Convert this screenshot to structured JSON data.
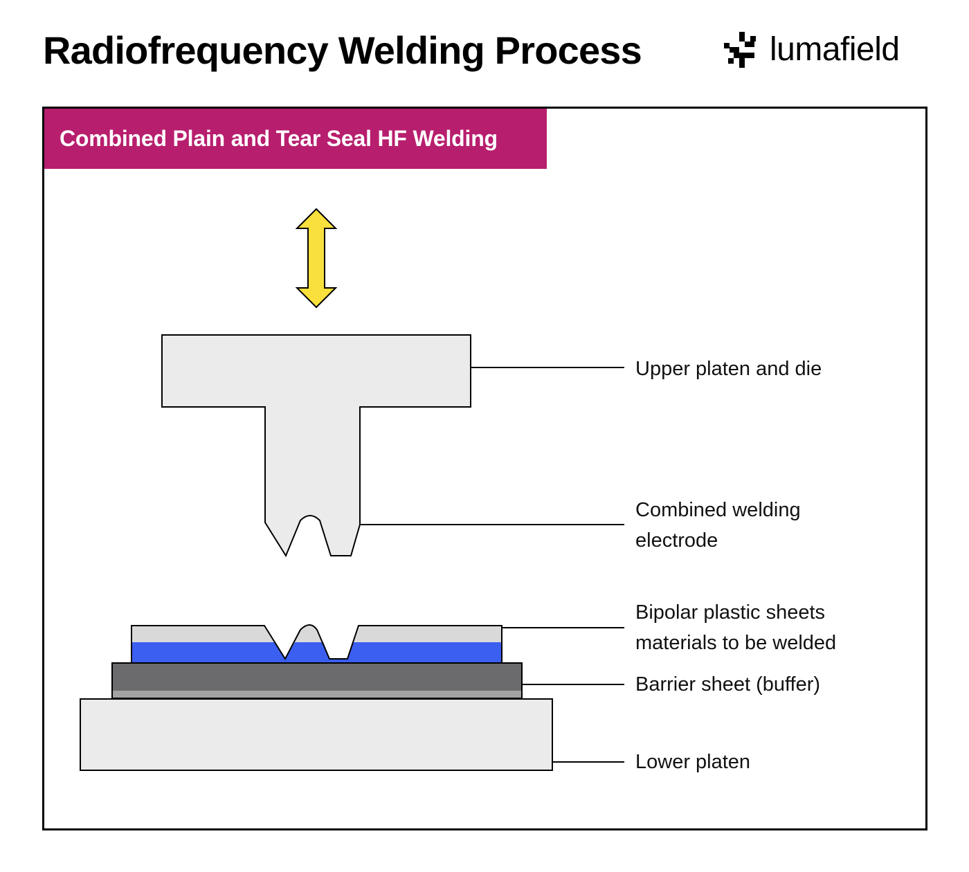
{
  "title": "Radiofrequency Welding Process",
  "brand": {
    "name": "lumafield",
    "logo_icon": "lumafield-mark-icon"
  },
  "panel": {
    "heading": "Combined Plain and Tear Seal HF Welding"
  },
  "labels": {
    "upper_platen": "Upper platen and die",
    "electrode_line1": "Combined welding",
    "electrode_line2": "electrode",
    "sheets_line1": "Bipolar plastic sheets",
    "sheets_line2": "materials to be welded",
    "barrier": "Barrier sheet (buffer)",
    "lower_platen": "Lower platen"
  },
  "colors": {
    "banner": "#b81e6e",
    "motion_arrow": "#f9e03d",
    "platen_fill": "#ebebeb",
    "sheet_top": "#d9d9d9",
    "sheet_blue": "#3b5ff0",
    "barrier_dark": "#6b6a6d",
    "barrier_light": "#a3a3a3"
  },
  "icons": {
    "motion": "up-down-arrow-icon"
  }
}
